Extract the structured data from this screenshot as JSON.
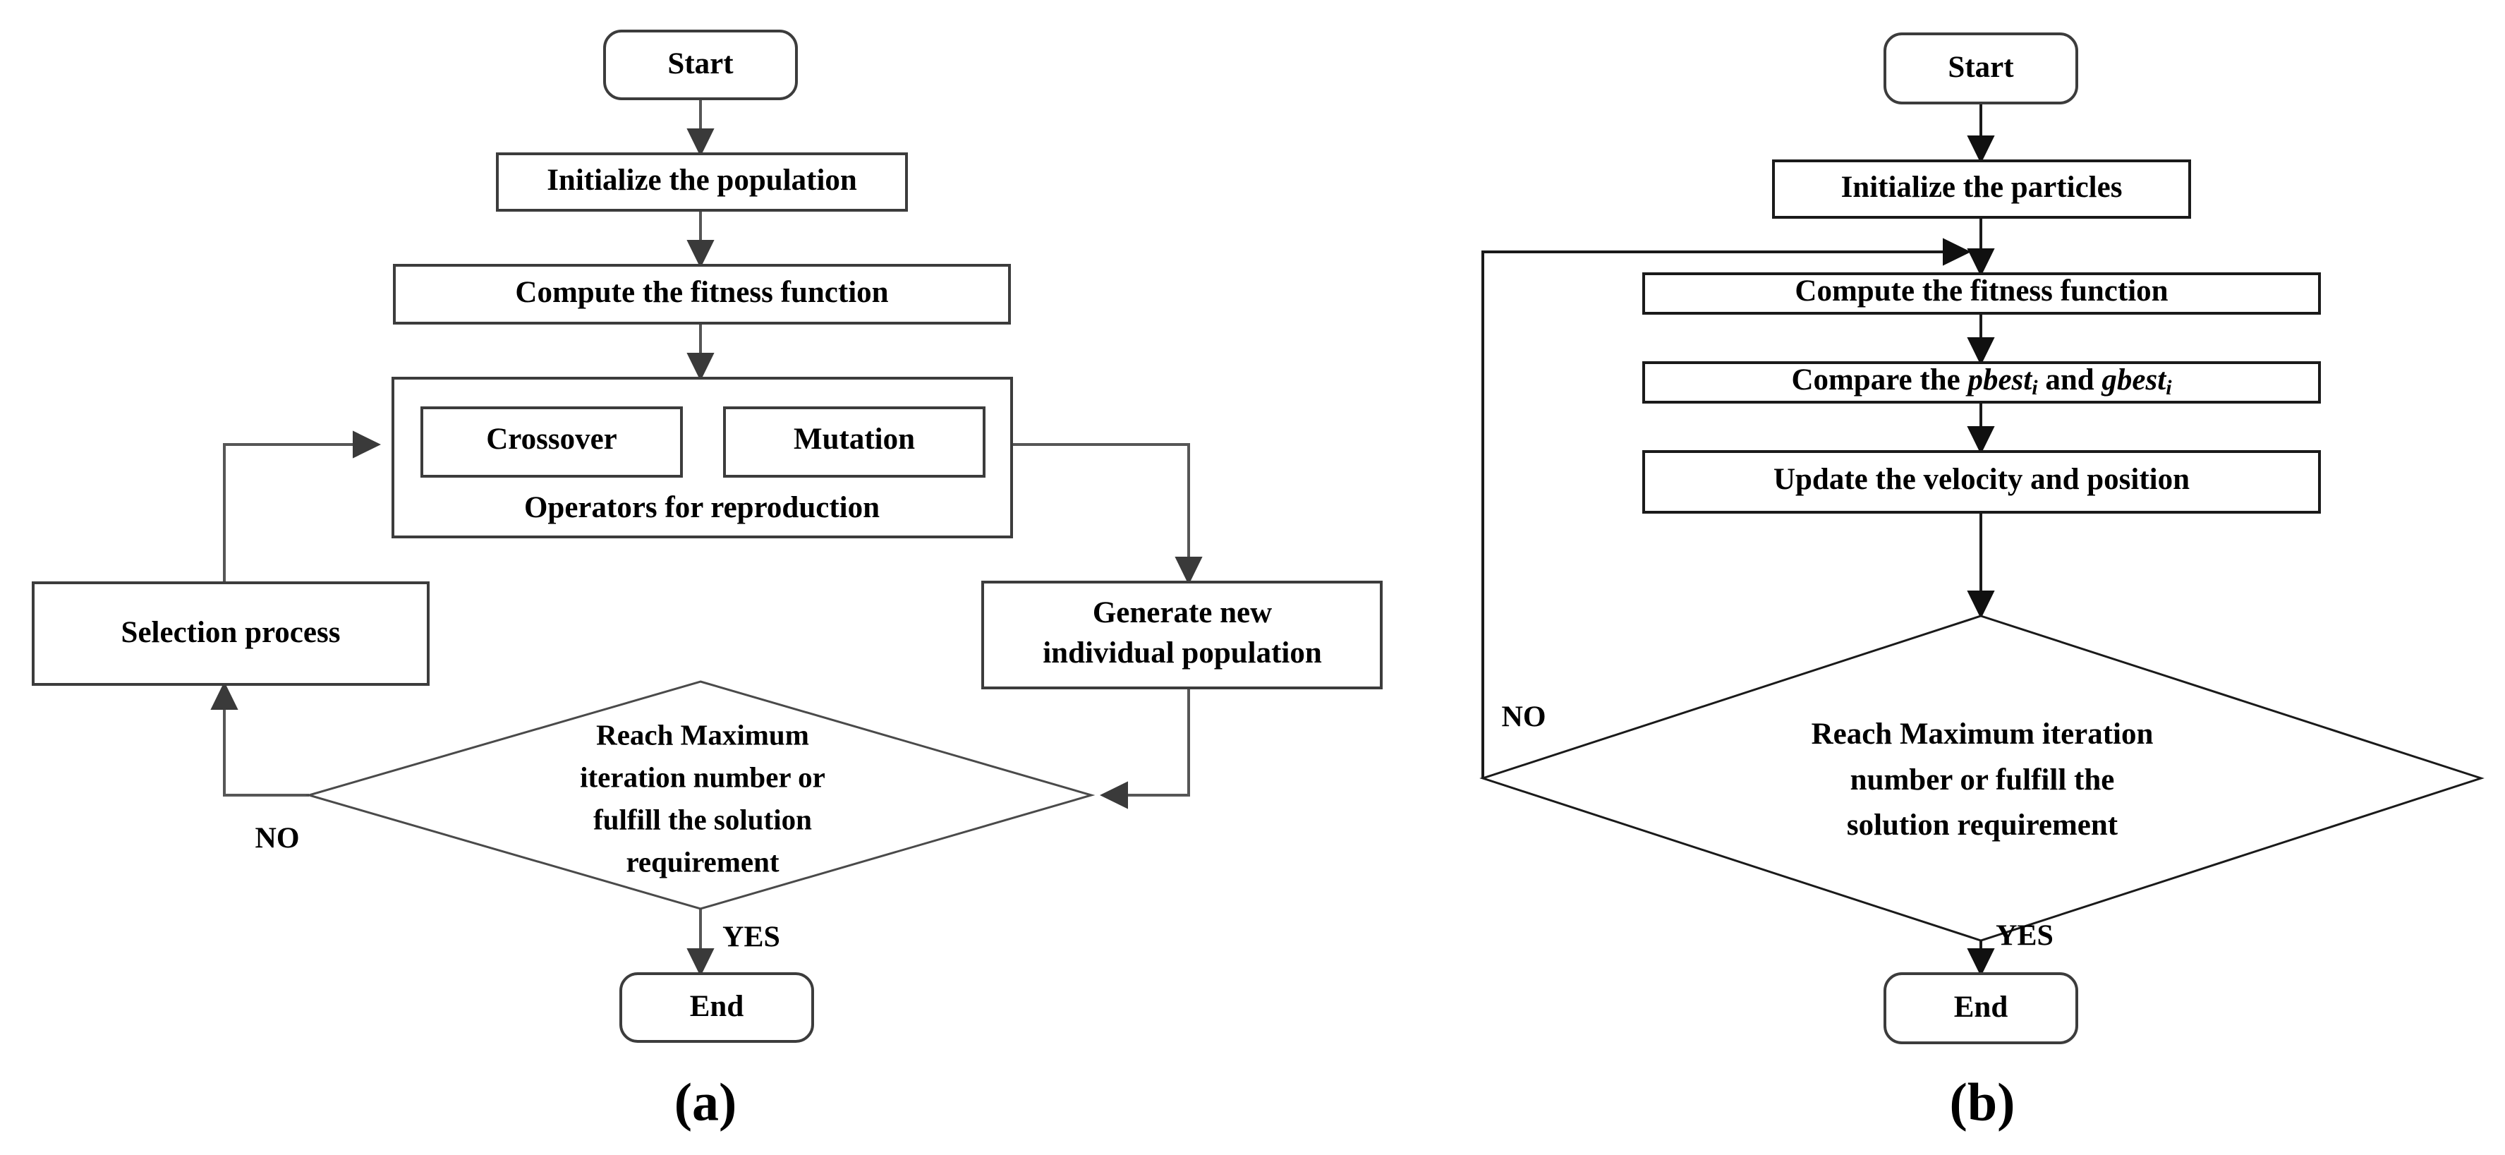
{
  "figure": {
    "panels": [
      {
        "id": "a",
        "caption": "(a)",
        "title": "Genetic Algorithm flowchart",
        "nodes": {
          "start": "Start",
          "init": "Initialize the population",
          "fitness": "Compute the fitness function",
          "crossover": "Crossover",
          "mutation": "Mutation",
          "operators": "Operators for reproduction",
          "selection": "Selection process",
          "generate_line1": "Generate new",
          "generate_line2": "individual population",
          "decision_line1": "Reach Maximum",
          "decision_line2": "iteration number or",
          "decision_line3": "fulfill the solution",
          "decision_line4": "requirement",
          "end": "End"
        },
        "edge_labels": {
          "no": "NO",
          "yes": "YES"
        }
      },
      {
        "id": "b",
        "caption": "(b)",
        "title": "Particle Swarm Optimization flowchart",
        "nodes": {
          "start": "Start",
          "init": "Initialize the particles",
          "fitness": "Compute the fitness function",
          "compare_pre": "Compare the ",
          "compare_pbest": "pbest",
          "compare_pbest_sub": "i",
          "compare_mid": " and ",
          "compare_gbest": "gbest",
          "compare_gbest_sub": "i",
          "update": "Update the velocity and position",
          "decision_line1": "Reach Maximum iteration",
          "decision_line2": "number or fulfill the",
          "decision_line3": "solution requirement",
          "end": "End"
        },
        "edge_labels": {
          "no": "NO",
          "yes": "YES"
        }
      }
    ]
  },
  "colors": {
    "background": "#ffffff",
    "node_stroke": "#3c3c3c",
    "node_stroke_dark": "#1a1a1a",
    "edge_stroke": "#565656",
    "text": "#000000"
  }
}
